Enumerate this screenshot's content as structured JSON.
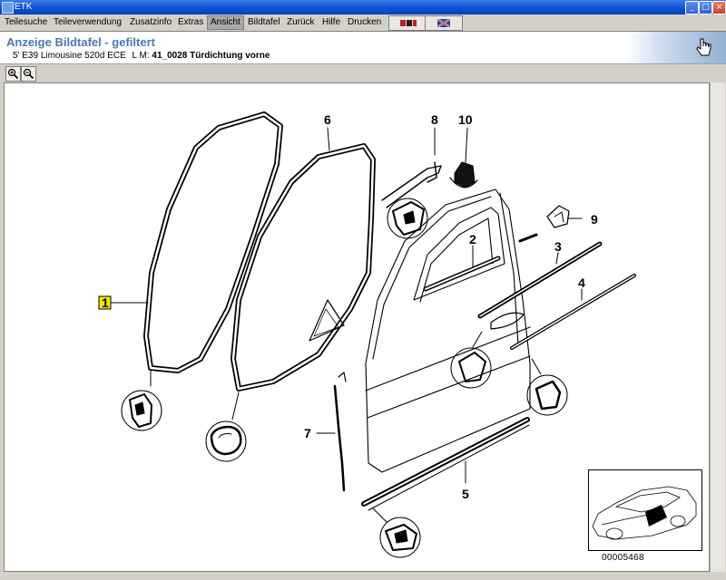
{
  "window": {
    "title": "ETK",
    "min_glyph": "_",
    "max_glyph": "□",
    "close_glyph": "×"
  },
  "menu": [
    {
      "label": "Teilesuche",
      "active": false
    },
    {
      "label": "Teileverwendung",
      "active": false
    },
    {
      "label": "Zusatzinfo",
      "active": false
    },
    {
      "label": "Extras",
      "active": false
    },
    {
      "label": "Ansicht",
      "active": true
    },
    {
      "label": "Bildtafel",
      "active": false
    },
    {
      "label": "Zurück",
      "active": false
    },
    {
      "label": "Hilfe",
      "active": false
    },
    {
      "label": "Drucken",
      "active": false
    }
  ],
  "header": {
    "title": "Anzeige Bildtafel - gefiltert",
    "vehicle": "5' E39 Limousine 520d ECE",
    "lm_label": "L M:",
    "lm_value": "41_0028 Türdichtung vorne"
  },
  "diagram": {
    "callouts": [
      "1",
      "2",
      "3",
      "4",
      "5",
      "6",
      "7",
      "8",
      "9",
      "10"
    ],
    "selected_callout": "1",
    "inset_caption": "00005468"
  }
}
